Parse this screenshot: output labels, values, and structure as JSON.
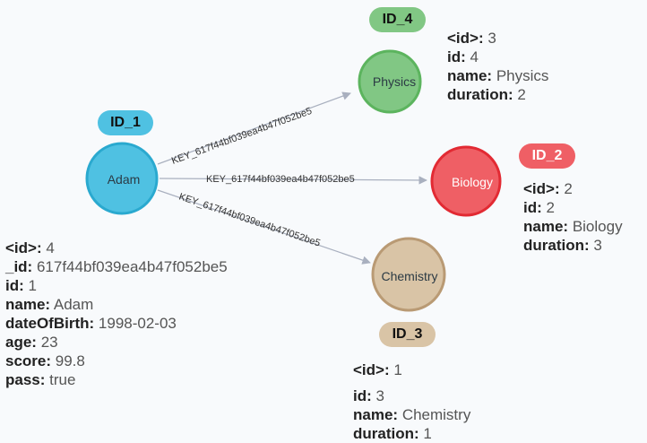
{
  "colors": {
    "person": "#4fc1e2",
    "physics": "#81c784",
    "biology": "#ef5f65",
    "chemistry": "#d9c4a6",
    "edge": "#a9b0bf"
  },
  "nodes": {
    "adam": {
      "label": "Adam",
      "badge": "ID_1"
    },
    "physics": {
      "label": "Physics",
      "badge": "ID_4"
    },
    "biology": {
      "label": "Biology",
      "badge": "ID_2"
    },
    "chemistry": {
      "label": "Chemistry",
      "badge": "ID_3"
    }
  },
  "edges": {
    "adam_physics": "KEY_617f44bf039ea4b47f052be5",
    "adam_biology": "KEY_617f44bf039ea4b47f052be5",
    "adam_chemistry": "KEY_617f44bf039ea4b47f052be5"
  },
  "properties": {
    "adam": [
      {
        "key": "<id>:",
        "value": "4"
      },
      {
        "key": "_id:",
        "value": "617f44bf039ea4b47f052be5"
      },
      {
        "key": "id:",
        "value": "1"
      },
      {
        "key": "name:",
        "value": "Adam"
      },
      {
        "key": "dateOfBirth:",
        "value": "1998-02-03"
      },
      {
        "key": "age:",
        "value": "23"
      },
      {
        "key": "score:",
        "value": "99.8"
      },
      {
        "key": "pass:",
        "value": "true"
      }
    ],
    "physics": [
      {
        "key": "<id>:",
        "value": "3"
      },
      {
        "key": "id:",
        "value": "4"
      },
      {
        "key": "name:",
        "value": "Physics"
      },
      {
        "key": "duration:",
        "value": "2"
      }
    ],
    "biology": [
      {
        "key": "<id>:",
        "value": "2"
      },
      {
        "key": "id:",
        "value": "2"
      },
      {
        "key": "name:",
        "value": "Biology"
      },
      {
        "key": "duration:",
        "value": "3"
      }
    ],
    "chemistry": [
      {
        "key": "<id>:",
        "value": "1"
      },
      {
        "key": "id:",
        "value": "3"
      },
      {
        "key": "name:",
        "value": "Chemistry"
      },
      {
        "key": "duration:",
        "value": "1"
      }
    ]
  }
}
